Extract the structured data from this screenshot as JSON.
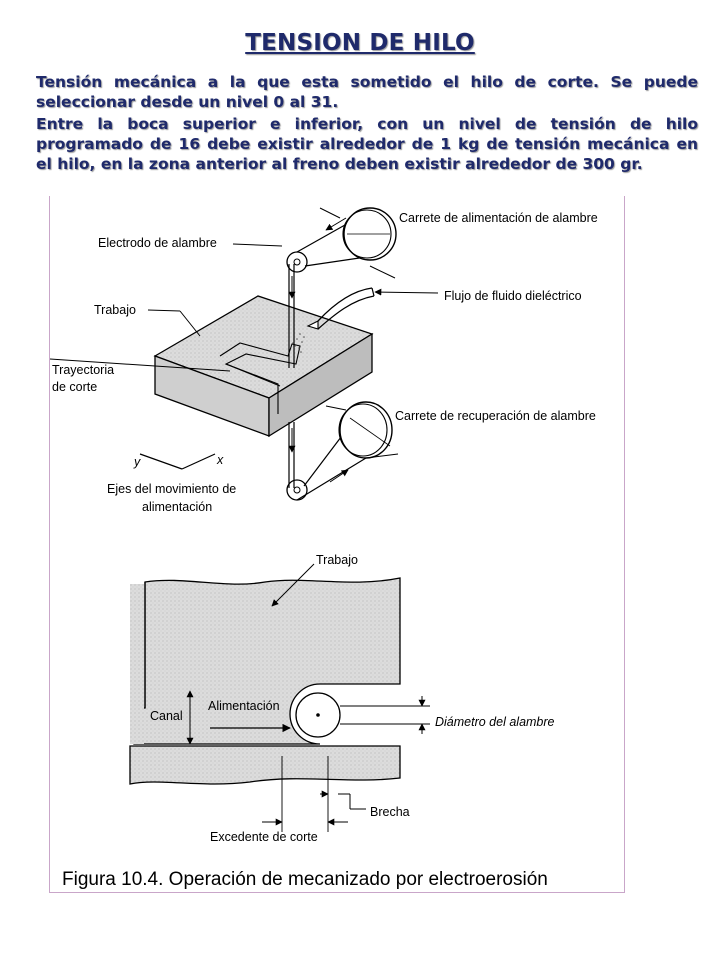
{
  "title": "TENSION DE HILO",
  "paragraphs": {
    "p1": "Tensión mecánica a la que esta sometido el hilo de corte. Se puede seleccionar desde un nivel 0 al 31.",
    "p2": "Entre la boca superior e inferior, con un nivel de tensión de hilo programado de 16 debe existir alrededor de 1 kg de tensión mecánica en el hilo, en la zona anterior al freno deben existir alrededor de 300 gr."
  },
  "figure": {
    "top_labels": {
      "carrete_alimentacion": "Carrete de alimentación de alambre",
      "electrodo": "Electrodo de alambre",
      "flujo": "Flujo de fluido dieléctrico",
      "trabajo": "Trabajo",
      "trayectoria_1": "Trayectoria",
      "trayectoria_2": "de corte",
      "carrete_recuperacion": "Carrete de recuperación de alambre",
      "axis_y": "y",
      "axis_x": "x",
      "ejes_1": "Ejes del movimiento de",
      "ejes_2": "alimentación"
    },
    "bottom_labels": {
      "trabajo": "Trabajo",
      "canal": "Canal",
      "alimentacion": "Alimentación",
      "diametro": "Diámetro del alambre",
      "brecha": "Brecha",
      "excedente": "Excedente de corte"
    },
    "caption": "Figura 10.4. Operación de mecanizado por electroerosión"
  },
  "colors": {
    "text_blue": "#1f2a6b",
    "workpiece_gray": "#d6d6d6",
    "frame_border": "#c9a6c9"
  }
}
